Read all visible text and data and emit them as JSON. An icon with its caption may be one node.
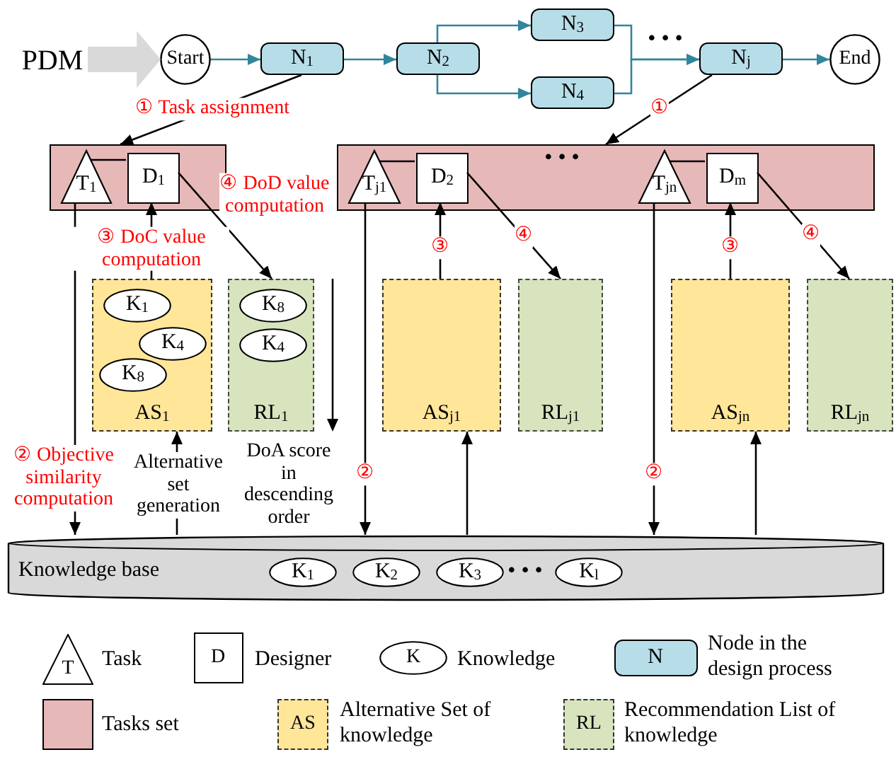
{
  "diagram": {
    "nodes": [
      {
        "text": [
          "PDM"
        ]
      },
      {
        "text": [
          "Start"
        ]
      },
      {
        "text": [
          "N$_{1}$"
        ]
      },
      {
        "text": [
          "N$_{2}$"
        ]
      },
      {
        "text": [
          "N$_{3}$"
        ]
      },
      {
        "text": [
          "N$_{4}$"
        ]
      },
      {
        "text": [
          "N$_{j}$"
        ]
      },
      {
        "text": [
          "End"
        ]
      },
      {
        "text": [],
        "shape": "box"
      },
      {
        "text": [
          "T$_{1}$"
        ],
        "in": 8
      },
      {
        "text": [
          "D$_{1}$"
        ],
        "in": 8
      },
      {
        "text": [],
        "shape": "box"
      },
      {
        "text": [
          "T$_{j1}$"
        ],
        "in": 11
      },
      {
        "text": [
          "D$_{2}$"
        ],
        "in": 11
      },
      {
        "text": [
          "T$_{jn}$"
        ],
        "in": 11
      },
      {
        "text": [
          "D$_{m}$"
        ],
        "in": 11
      },
      {
        "text": [
          "AS$_{1}$"
        ]
      },
      {
        "text": [
          "K$_{1}$"
        ],
        "in": 16
      },
      {
        "text": [
          "K$_{4}$"
        ],
        "in": 16
      },
      {
        "text": [
          "K$_{8}$"
        ],
        "in": 16
      },
      {
        "text": [
          "RL$_{1}$"
        ]
      },
      {
        "text": [
          "K$_{8}$"
        ],
        "in": 20
      },
      {
        "text": [
          "K$_{4}$"
        ],
        "in": 20
      },
      {
        "text": [
          "AS$_{j1}$"
        ]
      },
      {
        "text": [
          "RL$_{j1}$"
        ]
      },
      {
        "text": [
          "AS$_{jn}$"
        ]
      },
      {
        "text": [
          "RL$_{jn}$"
        ]
      },
      {
        "text": [
          "Knowledge base"
        ]
      },
      {
        "text": [
          "K$_{1}$"
        ],
        "in": 27
      },
      {
        "text": [
          "K$_{2}$"
        ],
        "in": 27
      },
      {
        "text": [
          "K$_{3}$"
        ],
        "in": 27
      },
      {
        "text": [
          "K$_{l}$"
        ],
        "in": 27
      }
    ],
    "edges": [
      {
        "from": 0,
        "to": 1,
        "arrow": "to",
        "style": "thick",
        "color": "#d9d9d9"
      },
      {
        "from": 1,
        "to": 2,
        "arrow": "to",
        "color": "#31859c"
      },
      {
        "from": 2,
        "to": 3,
        "arrow": "to",
        "color": "#31859c"
      },
      {
        "from": 3,
        "to": 4,
        "arrow": "to",
        "color": "#31859c"
      },
      {
        "from": 3,
        "to": 5,
        "arrow": "to",
        "color": "#31859c"
      },
      {
        "from": 4,
        "to": 6,
        "arrow": "to",
        "color": "#31859c"
      },
      {
        "from": 5,
        "to": 6,
        "arrow": "to",
        "color": "#31859c"
      },
      {
        "from": 6,
        "to": 7,
        "arrow": "to",
        "color": "#31859c"
      },
      {
        "from": 2,
        "to": 8,
        "arrow": "to",
        "label": "① Task assignment"
      },
      {
        "from": 6,
        "to": 11,
        "arrow": "to",
        "label": "①"
      },
      {
        "from": 9,
        "to": 10,
        "arrow": "none"
      },
      {
        "from": 12,
        "to": 13,
        "arrow": "none"
      },
      {
        "from": 14,
        "to": 15,
        "arrow": "none"
      },
      {
        "from": 16,
        "to": 10,
        "arrow": "to",
        "label": "③ DoC value computation"
      },
      {
        "from": 10,
        "to": 20,
        "arrow": "to",
        "label": "④ DoD value computation"
      },
      {
        "from": 9,
        "to": 27,
        "arrow": "to",
        "label": "② Objective similarity computation"
      },
      {
        "from": 27,
        "to": 16,
        "arrow": "to",
        "label": "Alternative set generation"
      },
      {
        "from": 23,
        "to": 13,
        "arrow": "to",
        "label": "③"
      },
      {
        "from": 13,
        "to": 24,
        "arrow": "to",
        "label": "④"
      },
      {
        "from": 12,
        "to": 27,
        "arrow": "to",
        "label": "②"
      },
      {
        "from": 27,
        "to": 23,
        "arrow": "to"
      },
      {
        "from": 25,
        "to": 15,
        "arrow": "to",
        "label": "③"
      },
      {
        "from": 15,
        "to": 26,
        "arrow": "to",
        "label": "④"
      },
      {
        "from": 14,
        "to": 27,
        "arrow": "to",
        "label": "②"
      },
      {
        "from": 27,
        "to": 25,
        "arrow": "to"
      }
    ],
    "labels": [
      "• • •",
      "• • •",
      "DoA score in descending order",
      "• • •",
      "T",
      "D",
      "K",
      "N",
      "AS",
      "RL"
    ],
    "legend": [
      {
        "text": "Task"
      },
      {
        "text": "Designer"
      },
      {
        "text": "Knowledge"
      },
      {
        "text": "Node in the design process",
        "color": "#b7dee8"
      },
      {
        "text": "Tasks set",
        "color": "#e6b9b8"
      },
      {
        "text": "Alternative Set of knowledge",
        "color": "#ffe699"
      },
      {
        "text": "Recommendation List of knowledge",
        "color": "#d7e4bd"
      }
    ]
  }
}
